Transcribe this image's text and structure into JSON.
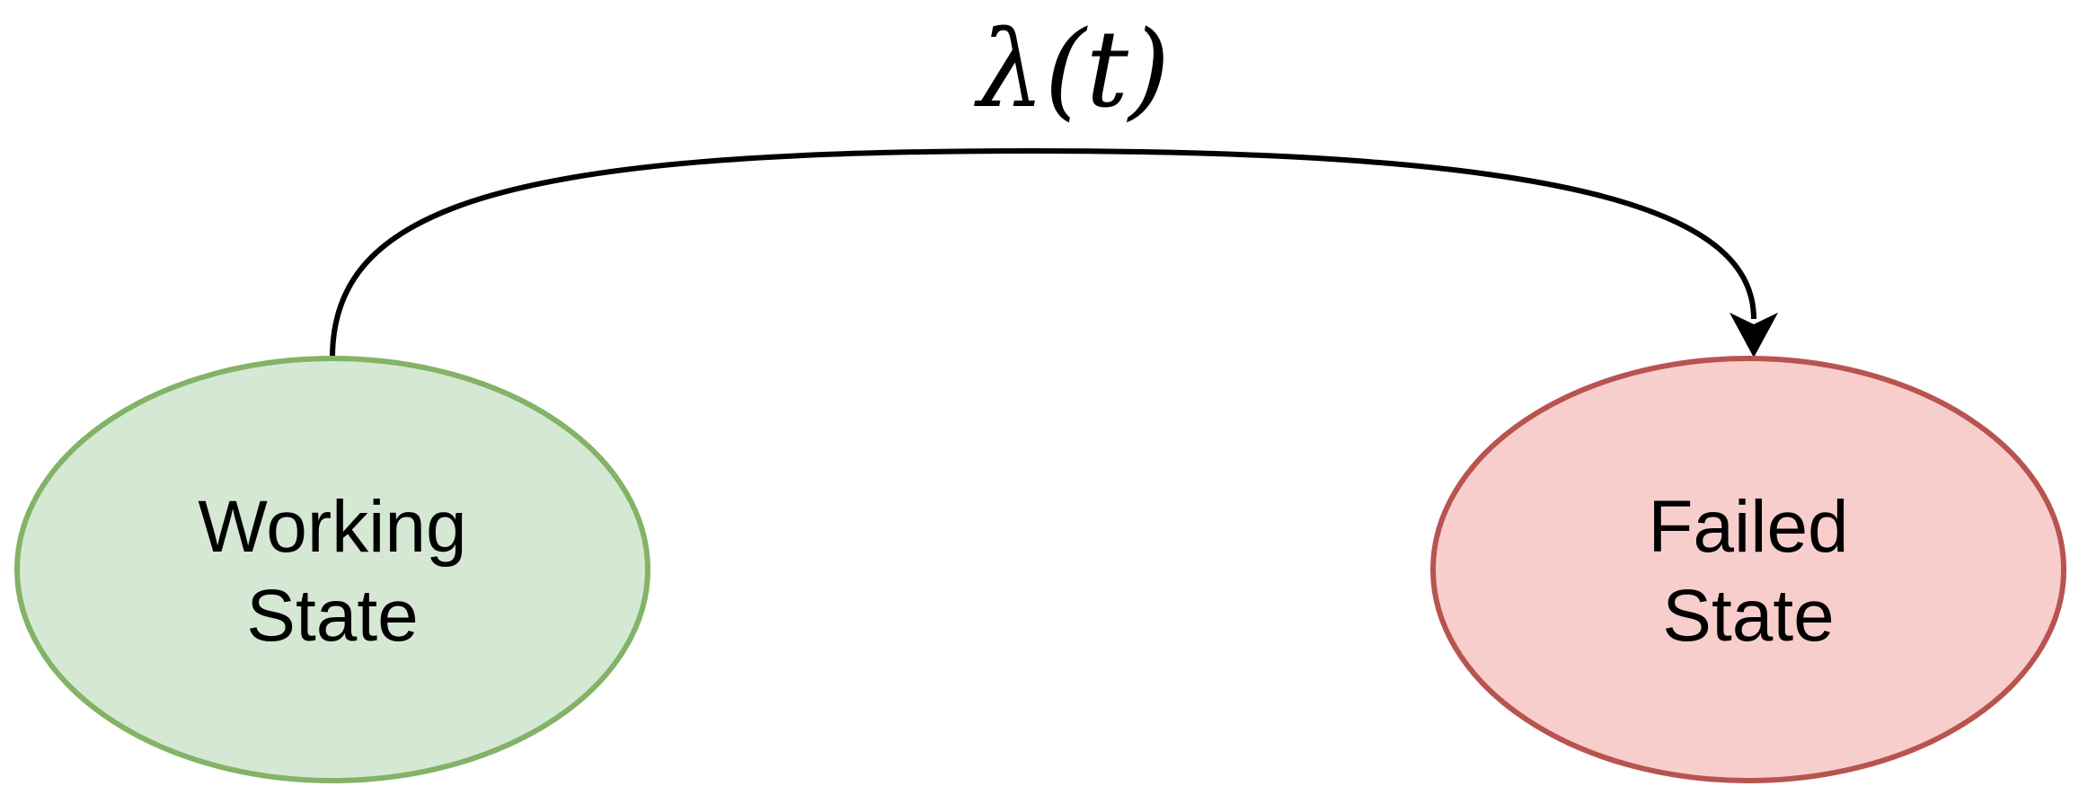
{
  "transition": {
    "label": "λ(t)",
    "color": "#000000"
  },
  "states": {
    "working": {
      "line1": "Working",
      "line2": "State",
      "fill": "#d5e8d4",
      "stroke": "#82b366"
    },
    "failed": {
      "line1": "Failed",
      "line2": "State",
      "fill": "#f8cecc",
      "stroke": "#b85450"
    }
  }
}
